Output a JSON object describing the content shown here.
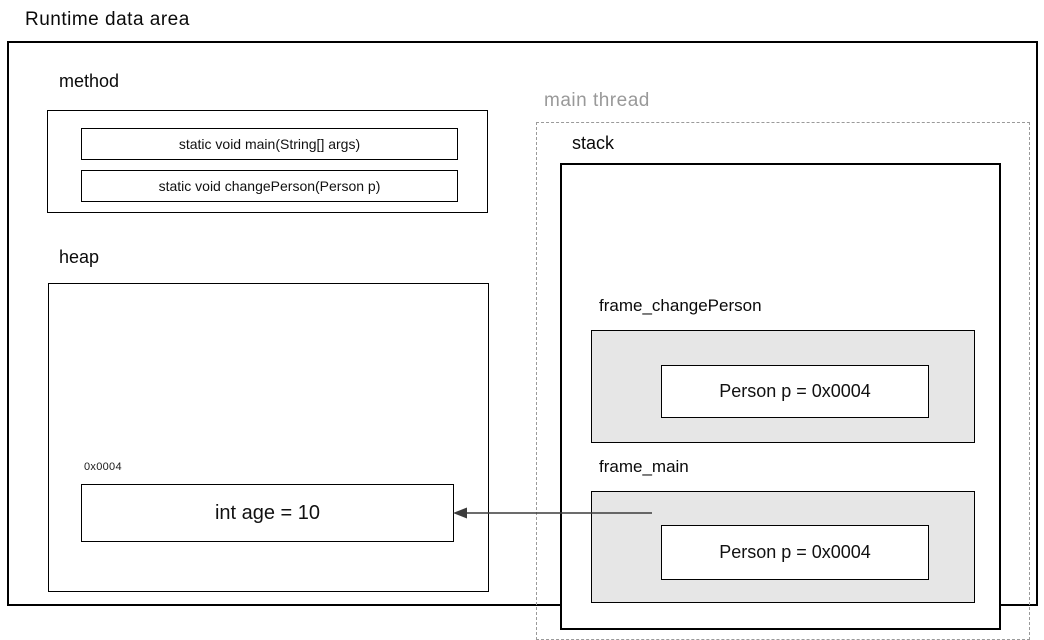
{
  "title": "Runtime data area",
  "method_area": {
    "label": "method",
    "entries": [
      "static void main(String[] args)",
      "static void changePerson(Person p)"
    ]
  },
  "heap": {
    "label": "heap",
    "object": {
      "address": "0x0004",
      "value": "int age = 10"
    }
  },
  "thread": {
    "label": "main thread",
    "stack": {
      "label": "stack",
      "frames": [
        {
          "name": "frame_changePerson",
          "variable": "Person p = 0x0004"
        },
        {
          "name": "frame_main",
          "variable": "Person p = 0x0004"
        }
      ]
    }
  },
  "reference_arrow": {
    "from": "Person p = 0x0004 (frame_main)",
    "to": "int age = 10 (heap 0x0004)"
  },
  "colors": {
    "frame_fill": "#e6e6e6",
    "thread_label_color": "#999999",
    "dashed_color": "#9a9a9a",
    "border_color": "#000000",
    "arrow_color": "#3c3c3c"
  }
}
